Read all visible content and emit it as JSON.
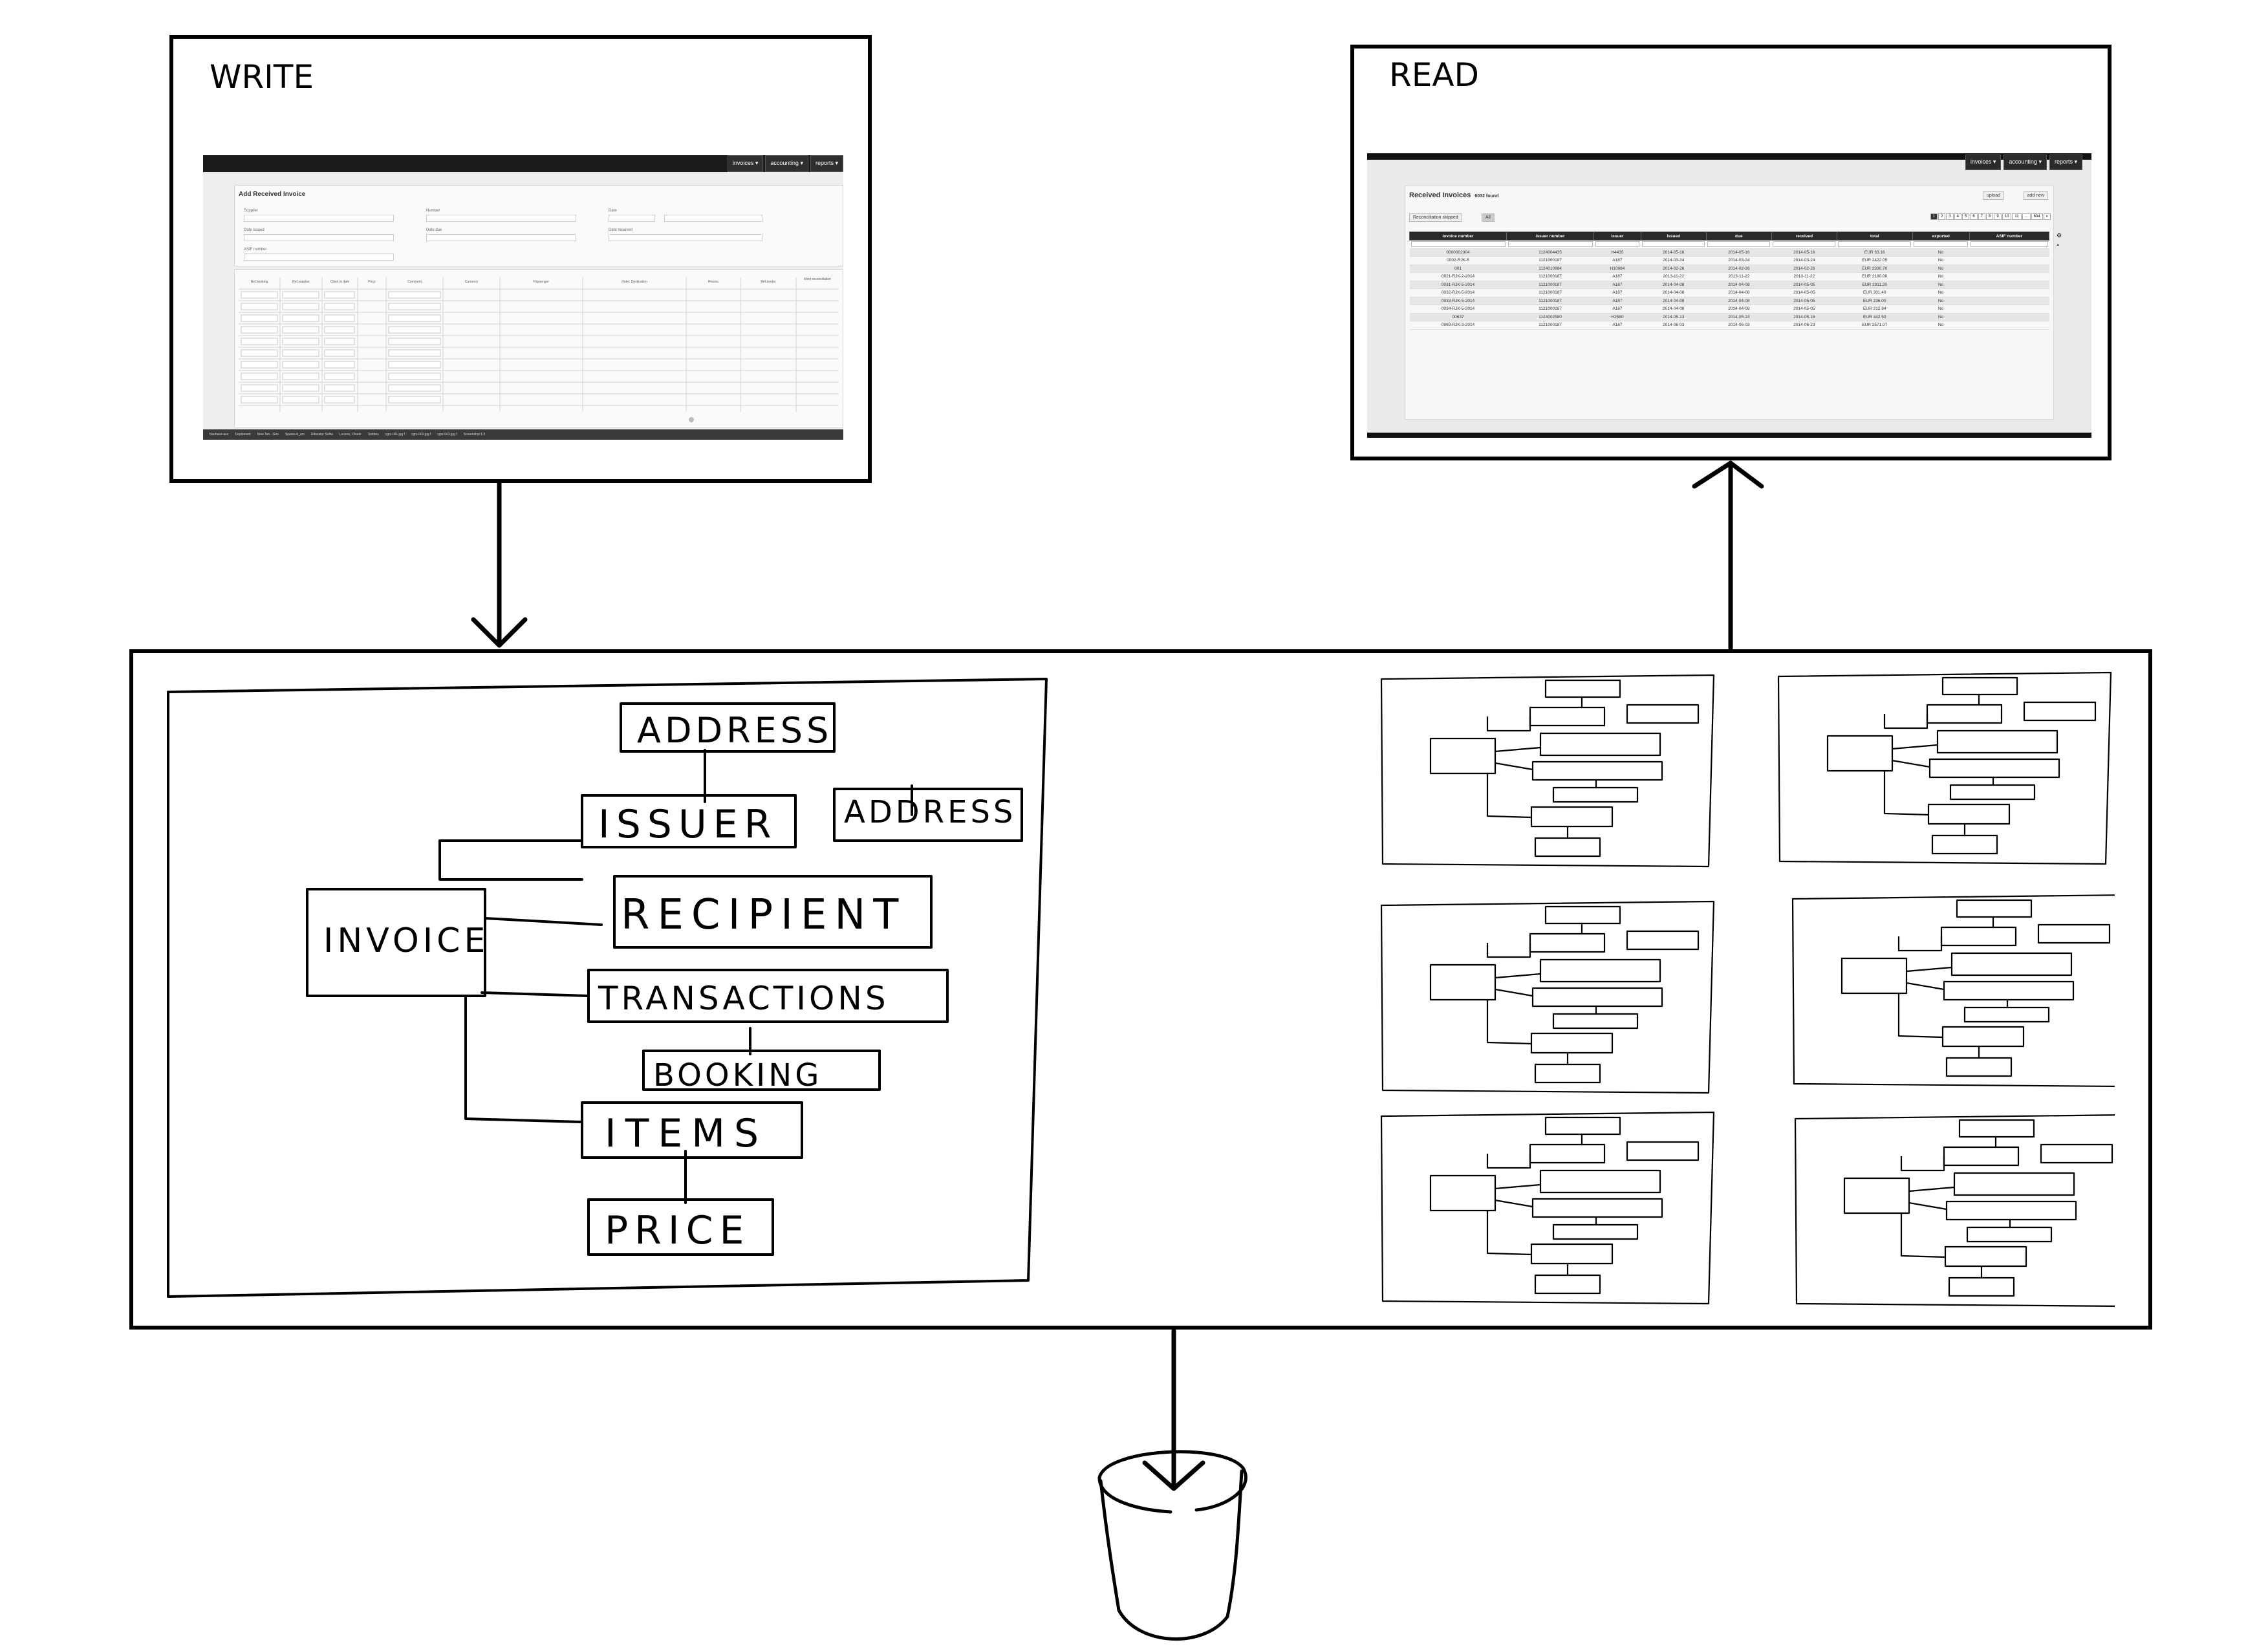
{
  "panels": {
    "write_title": "WRITE",
    "read_title": "READ"
  },
  "write_screen": {
    "menus": [
      "invoices ▾",
      "accounting ▾",
      "reports ▾"
    ],
    "heading": "Add Received Invoice",
    "fields": {
      "supplier": "Supplier",
      "number": "Number",
      "date": "Date",
      "date_issued": "Date issued",
      "date_due": "Date due",
      "date_received": "Date received",
      "asif_number": "ASIF number"
    },
    "columns": [
      "Ref.booking",
      "Ref.supplier",
      "Client to date",
      "Price",
      "Comment",
      "Currency",
      "Passenger",
      "Hotel, Destination",
      "Rooms",
      "Ref.tender",
      "Meet reconciliation"
    ],
    "taskbar": [
      "Bauhaus-auc",
      "Deploment",
      "New Tab - Goo",
      "Sparse-d_em",
      "Educator Softw",
      "Lucene, Chunk",
      "Textbox",
      "cgrz-001.jpg f",
      "cgrz-002.jpg f",
      "cgrz-003.jpg f",
      "Screenshot 1.0"
    ]
  },
  "read_screen": {
    "menus": [
      "invoices ▾",
      "accounting ▾",
      "reports ▾"
    ],
    "title": "Received Invoices",
    "found": "6032 found",
    "buttons": {
      "upload": "upload",
      "add_new": "add new",
      "reconciliation": "Reconciliation skipped",
      "all": "All"
    },
    "pager": [
      "1",
      "2",
      "3",
      "4",
      "5",
      "6",
      "7",
      "8",
      "9",
      "10",
      "11",
      "...",
      "604",
      "»"
    ],
    "columns": [
      "invoice number",
      "issuer number",
      "issuer",
      "issued",
      "due",
      "received",
      "total",
      "exported",
      "ASIF number"
    ],
    "rows": [
      [
        "0000002304",
        "1124004435",
        "H4435",
        "2014-05-16",
        "2014-05-16",
        "2014-05-16",
        "EUR 63.16",
        "No",
        ""
      ],
      [
        "0002-RJK-5",
        "1121000187",
        "A187",
        "2014-03-24",
        "2014-03-24",
        "2014-03-24",
        "EUR 2422.05",
        "No",
        ""
      ],
      [
        "001",
        "1124010984",
        "H10984",
        "2014-02-26",
        "2014-02-26",
        "2014-02-26",
        "EUR 2330.70",
        "No",
        ""
      ],
      [
        "0021-RJK-2-2014",
        "1121000187",
        "A187",
        "2013-11-22",
        "2013-11-22",
        "2013-11-22",
        "EUR 2180.00",
        "No",
        ""
      ],
      [
        "0031-RJK-5-2014",
        "1121000187",
        "A187",
        "2014-04-08",
        "2014-04-08",
        "2014-05-05",
        "EUR 2911.20",
        "No",
        ""
      ],
      [
        "0032-RJK-5-2014",
        "1121000187",
        "A187",
        "2014-04-08",
        "2014-04-08",
        "2014-05-05",
        "EUR 301.40",
        "No",
        ""
      ],
      [
        "0033-RJK-5-2014",
        "1121000187",
        "A187",
        "2014-04-08",
        "2014-04-08",
        "2014-05-05",
        "EUR 236.00",
        "No",
        ""
      ],
      [
        "0034-RJK-5-2014",
        "1121000187",
        "A187",
        "2014-04-08",
        "2014-04-08",
        "2014-05-05",
        "EUR 212.84",
        "No",
        ""
      ],
      [
        "00637",
        "1124002580",
        "H2580",
        "2014-05-13",
        "2014-05-13",
        "2014-05-16",
        "EUR 442.50",
        "No",
        ""
      ],
      [
        "0069-RJK-3-2014",
        "1121000187",
        "A187",
        "2014-06-03",
        "2014-06-03",
        "2014-06-23",
        "EUR 2571.07",
        "No",
        ""
      ]
    ]
  },
  "model": {
    "address_top": "ADDRESS",
    "issuer": "ISSUER",
    "address_right": "ADDRESS",
    "invoice": "INVOICE",
    "recipient": "RECIPIENT",
    "transactions": "TRANSACTIONS",
    "booking": "BOOKING",
    "items": "ITEMS",
    "price": "PRICE"
  }
}
